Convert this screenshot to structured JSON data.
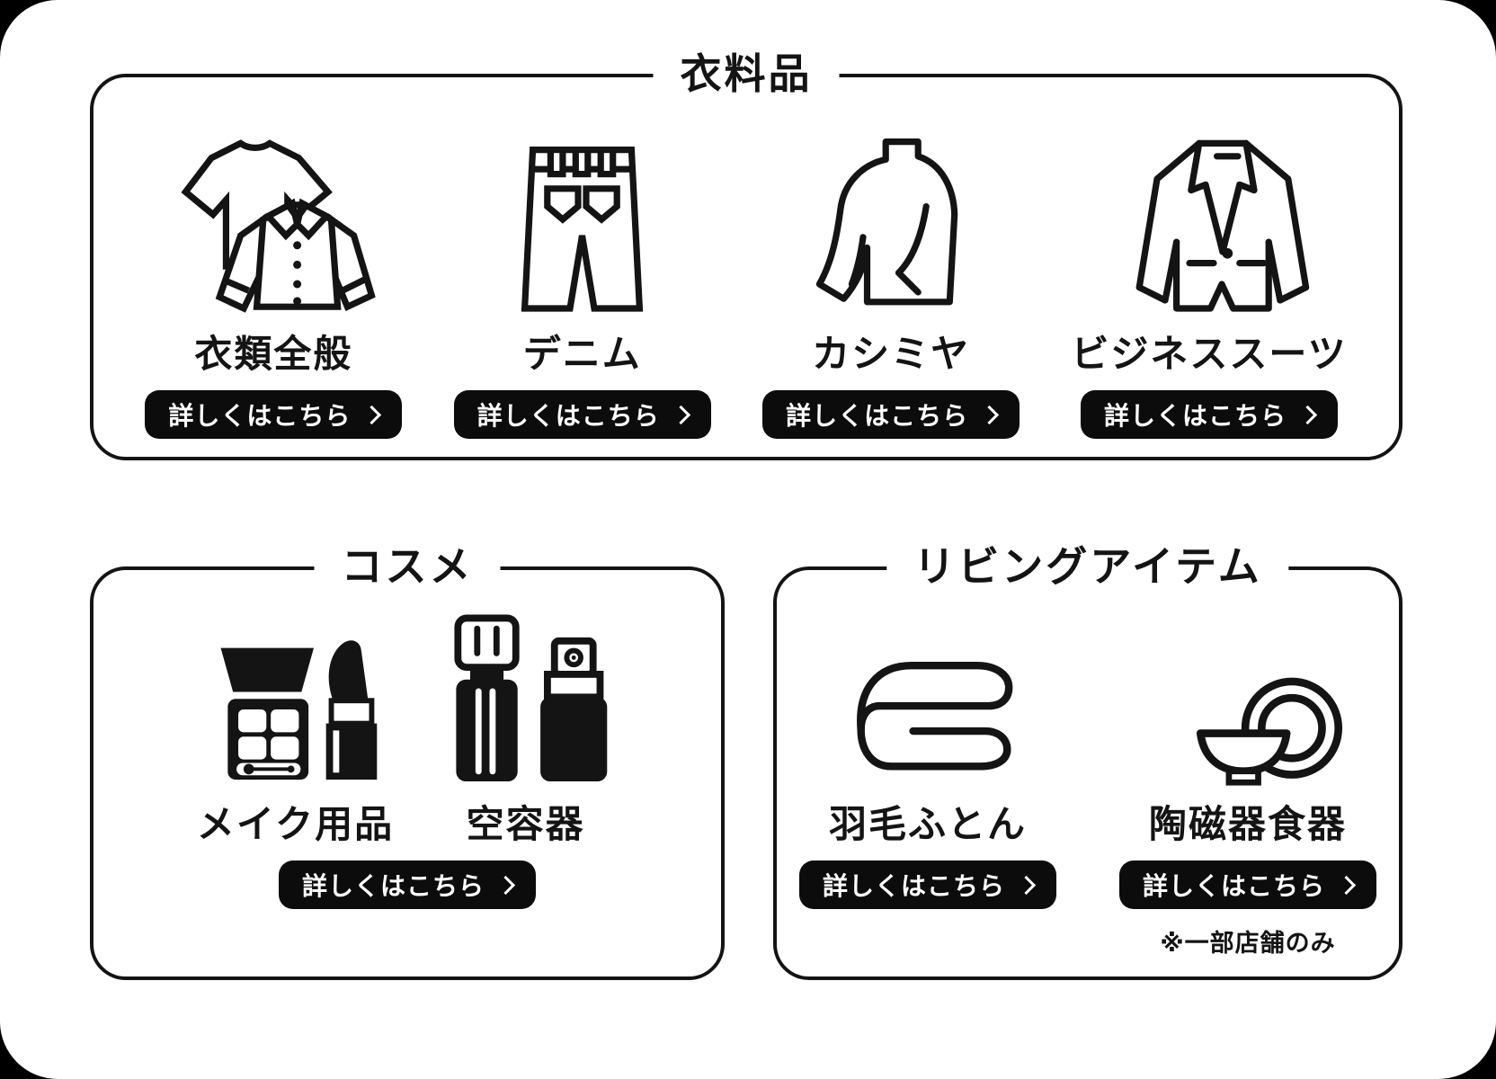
{
  "canvas": {
    "page_background": "#000000",
    "panel_background": "#ffffff",
    "ink": "#141414",
    "button_background": "#0c0c0c"
  },
  "sections": [
    {
      "title": "衣料品",
      "items": [
        {
          "label": "衣類全般",
          "icon": "tshirt-shirt-icon",
          "button": "詳しくはこちら"
        },
        {
          "label": "デニム",
          "icon": "jeans-icon",
          "button": "詳しくはこちら"
        },
        {
          "label": "カシミヤ",
          "icon": "turtleneck-sweater-icon",
          "button": "詳しくはこちら"
        },
        {
          "label": "ビジネススーツ",
          "icon": "suit-jacket-icon",
          "button": "詳しくはこちら"
        }
      ]
    },
    {
      "title": "コスメ",
      "items": [
        {
          "label": "メイク用品",
          "icon": "makeup-palette-lipstick-icon"
        },
        {
          "label": "空容器",
          "icon": "empty-containers-icon"
        }
      ],
      "button": "詳しくはこちら"
    },
    {
      "title": "リビングアイテム",
      "items": [
        {
          "label": "羽毛ふとん",
          "icon": "folded-futon-icon",
          "button": "詳しくはこちら"
        },
        {
          "label": "陶磁器食器",
          "icon": "ceramic-tableware-icon",
          "button": "詳しくはこちら",
          "note": "※一部店舗のみ"
        }
      ]
    }
  ]
}
